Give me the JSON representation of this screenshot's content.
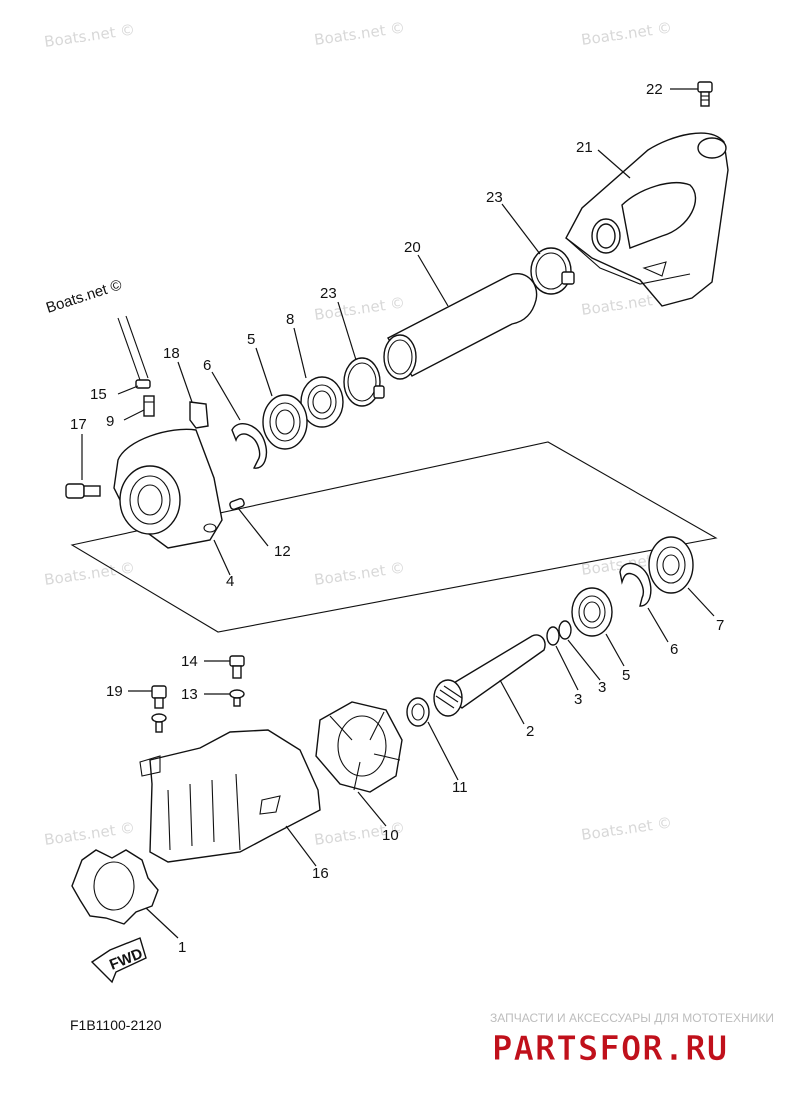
{
  "watermark_text": "Boats.net ©",
  "diagram_code": "F1B1100-2120",
  "fwd_label": "FWD",
  "footer": {
    "tagline": "ЗАПЧАСТИ И АКСЕССУАРЫ ДЛЯ МОТОТЕХНИКИ",
    "logo_text": "PARTSFOR.RU",
    "logo_color": "#c0101b"
  },
  "callouts": {
    "c22": "22",
    "c21": "21",
    "c23a": "23",
    "c20": "20",
    "c23b": "23",
    "c8": "8",
    "c5a": "5",
    "c6a": "6",
    "c18": "18",
    "c15": "15",
    "c9": "9",
    "c17": "17",
    "c12": "12",
    "c4": "4",
    "c7": "7",
    "c6b": "6",
    "c5b": "5",
    "c3a": "3",
    "c3b": "3",
    "c2": "2",
    "c11": "11",
    "c14": "14",
    "c13": "13",
    "c19": "19",
    "c10": "10",
    "c16": "16",
    "c1": "1"
  }
}
